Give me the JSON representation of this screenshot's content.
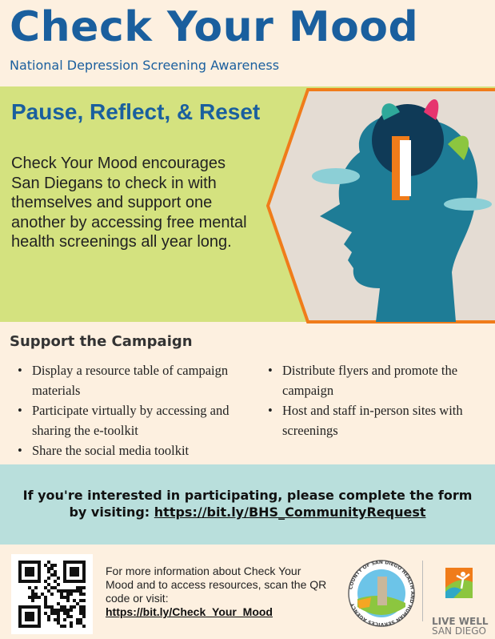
{
  "header": {
    "title": "Check Your Mood",
    "subtitle": "National Depression Screening Awareness"
  },
  "hero": {
    "heading": "Pause, Reflect, & Reset",
    "body": "Check Your Mood encourages San Diegans to check in with themselves and support one another by accessing free mental health screenings all year long.",
    "image": "head-with-plants-illustration"
  },
  "support": {
    "heading": "Support the Campaign",
    "col1": [
      "Display a resource table of campaign materials",
      "Participate virtually by accessing and sharing the e-toolkit",
      "Share the social media toolkit"
    ],
    "col2": [
      "Distribute flyers and promote the campaign",
      "Host and staff in-person sites with screenings"
    ]
  },
  "cta": {
    "line1": "If you're interested in participating, please complete the form",
    "line2_prefix": "by visiting: ",
    "link": "https://bit.ly/BHS_CommunityRequest"
  },
  "footer": {
    "info": "For more information about Check Your Mood and to access resources, scan the QR code or visit:",
    "link": "https://bit.ly/Check_Your_Mood",
    "logo1": "COUNTY OF SAN DIEGO HEALTH AND HUMAN SERVICES AGENCY",
    "logo2_line1": "LIVE WELL",
    "logo2_line2": "SAN DIEGO"
  },
  "colors": {
    "brand_blue": "#1a5f9e",
    "green": "#d4e27f",
    "teal": "#b9dfdc",
    "orange": "#f07c1a",
    "background": "#fdf0e0"
  }
}
